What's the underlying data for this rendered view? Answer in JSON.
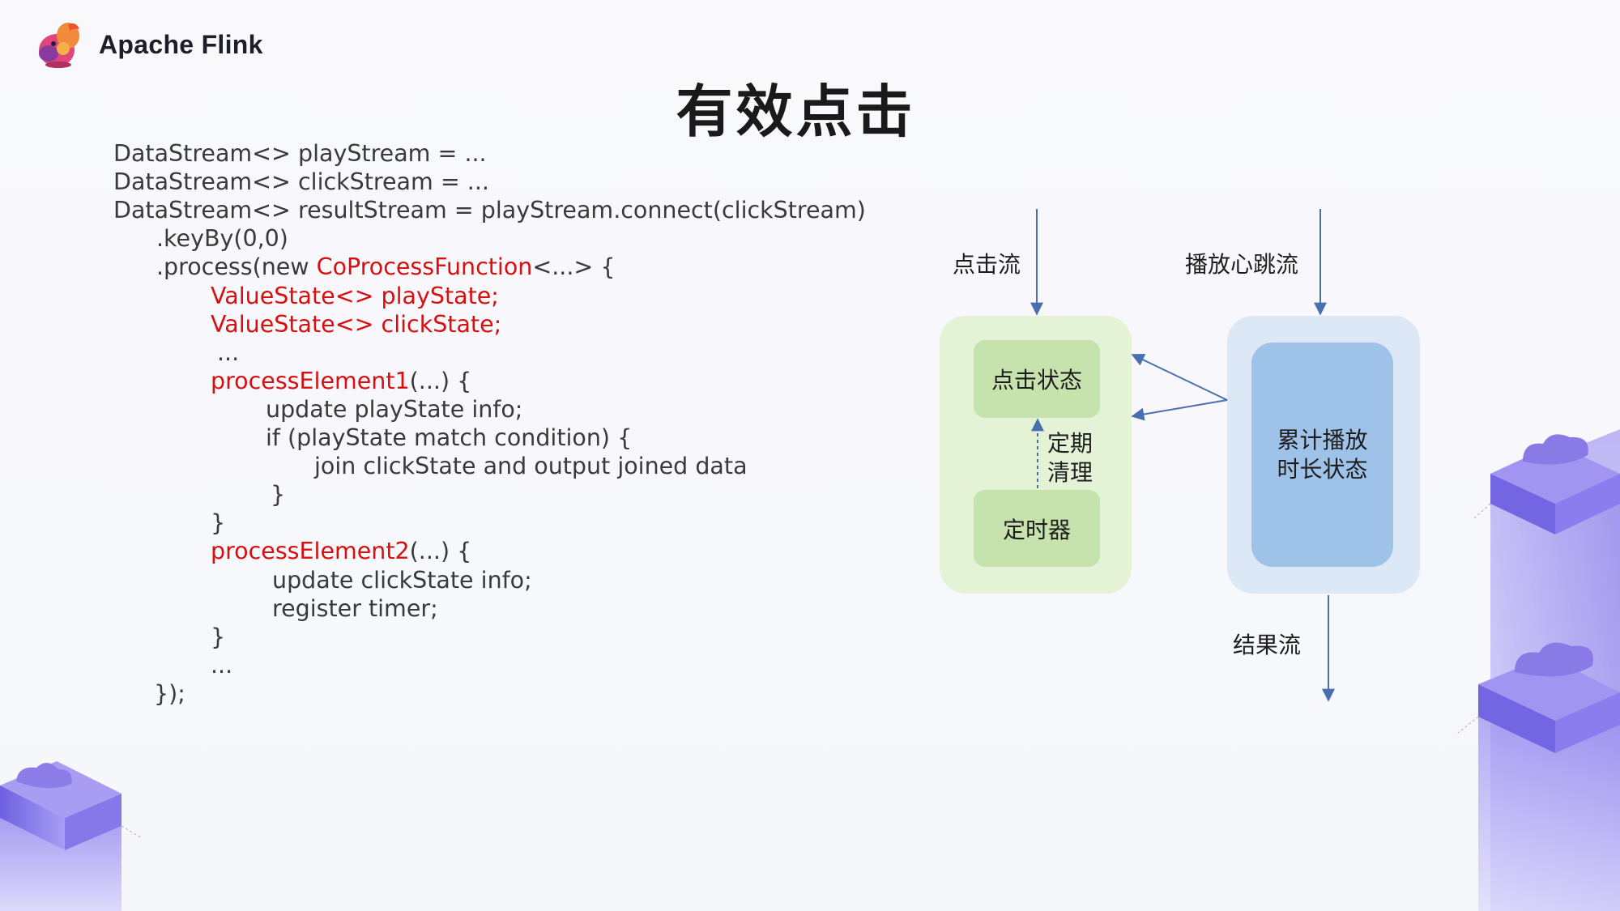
{
  "brand": {
    "name": "Apache Flink"
  },
  "slide": {
    "title": "有效点击"
  },
  "code": {
    "l1": "DataStream<> playStream = ...",
    "l2": "DataStream<> clickStream = ...",
    "l3": "DataStream<> resultStream = playStream.connect(clickStream)",
    "l4": ".keyBy(0,0)",
    "l5a": ".process(new ",
    "l5b": "CoProcessFunction",
    "l5c": "<...> {",
    "l6": "ValueState<> playState;",
    "l7": "ValueState<> clickState;",
    "l8": "...",
    "l9a": "processElement1",
    "l9b": "(...) {",
    "l10": "update playState info;",
    "l11": "if (playState match condition) {",
    "l12": "join clickState and output joined data",
    "l13": "}",
    "l14": "}",
    "l15a": "processElement2",
    "l15b": "(...) {",
    "l16": "update clickState info;",
    "l17": "register timer;",
    "l18": "}",
    "l19": "...",
    "l20": "});"
  },
  "diagram": {
    "click_stream": "点击流",
    "heartbeat_stream": "播放心跳流",
    "click_state": "点击状态",
    "timer": "定时器",
    "periodic_clean_1": "定期",
    "periodic_clean_2": "清理",
    "cumulative_1": "累计播放",
    "cumulative_2": "时长状态",
    "result_stream": "结果流"
  },
  "colors": {
    "accent_red": "#d80f0f",
    "green_outer": "#e4f2d6",
    "green_inner": "#c7e3ad",
    "blue_outer": "#dde8f6",
    "blue_inner": "#9ec2e8",
    "arrow": "#4a6fb0"
  }
}
